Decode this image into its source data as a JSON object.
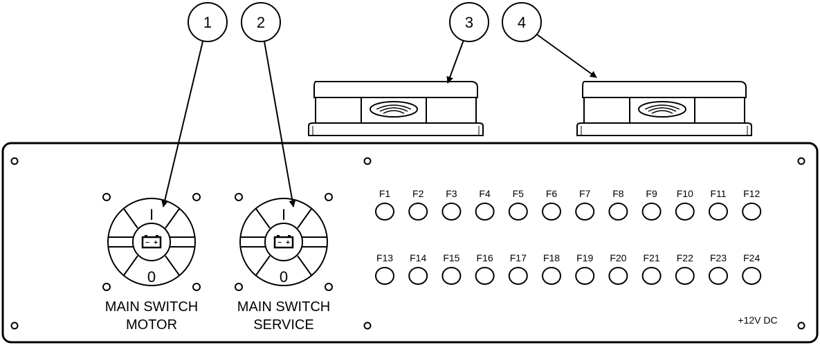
{
  "callouts": [
    {
      "number": "1"
    },
    {
      "number": "2"
    },
    {
      "number": "3"
    },
    {
      "number": "4"
    }
  ],
  "switches": [
    {
      "on_label": "I",
      "off_label": "0",
      "label_line1": "MAIN SWITCH",
      "label_line2": "MOTOR",
      "icon": "battery-icon",
      "battery_minus": "−",
      "battery_plus": "+"
    },
    {
      "on_label": "I",
      "off_label": "0",
      "label_line1": "MAIN SWITCH",
      "label_line2": "SERVICE",
      "icon": "battery-icon",
      "battery_minus": "−",
      "battery_plus": "+"
    }
  ],
  "fuses_row1": [
    "F1",
    "F2",
    "F3",
    "F4",
    "F5",
    "F6",
    "F7",
    "F8",
    "F9",
    "F10",
    "F11",
    "F12"
  ],
  "fuses_row2": [
    "F13",
    "F14",
    "F15",
    "F16",
    "F17",
    "F18",
    "F19",
    "F20",
    "F21",
    "F22",
    "F23",
    "F24"
  ],
  "voltage_label": "+12V DC"
}
